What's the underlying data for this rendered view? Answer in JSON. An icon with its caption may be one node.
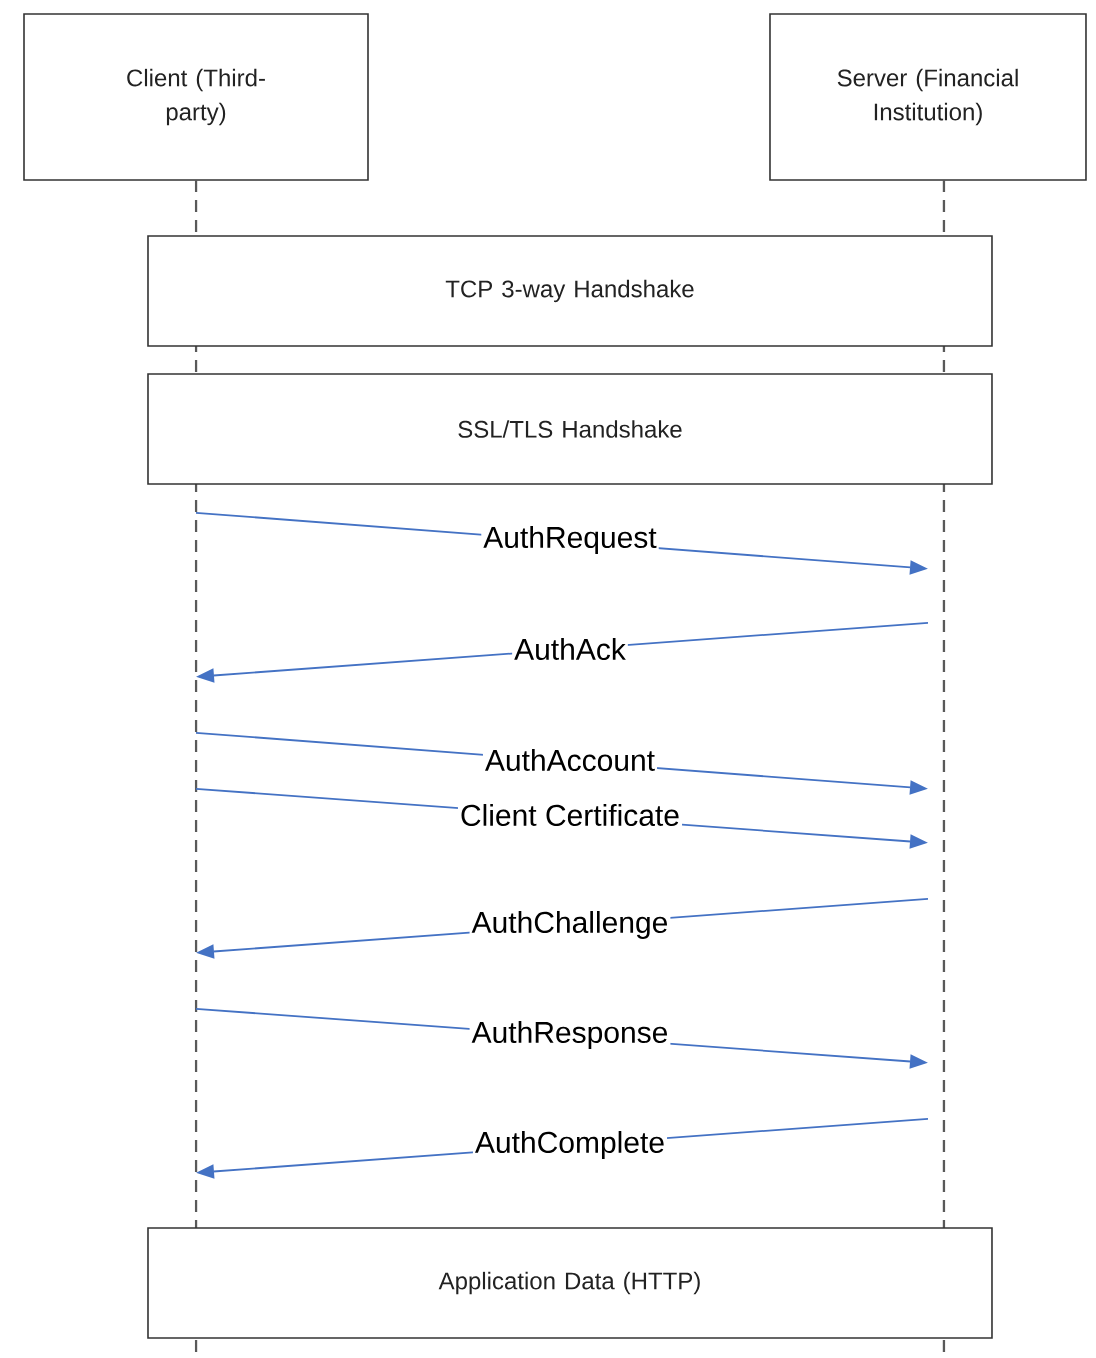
{
  "diagram": {
    "nodes": [
      {
        "text": [
          "Client (Third-party)"
        ]
      },
      {
        "text": [
          "Server (Financial Institution)"
        ]
      },
      {
        "text": [
          "TCP 3-way Handshake"
        ]
      },
      {
        "text": [
          "SSL/TLS Handshake"
        ]
      },
      {
        "text": [
          "Application Data (HTTP)"
        ]
      }
    ],
    "edges": [
      {
        "from": 0,
        "to": 1,
        "arrow": "to",
        "label": "AuthRequest"
      },
      {
        "from": 1,
        "to": 0,
        "arrow": "to",
        "label": "AuthAck"
      },
      {
        "from": 0,
        "to": 1,
        "arrow": "to",
        "label": "AuthAccount"
      },
      {
        "from": 0,
        "to": 1,
        "arrow": "to",
        "label": "Client Certificate"
      },
      {
        "from": 1,
        "to": 0,
        "arrow": "to",
        "label": "AuthChallenge"
      },
      {
        "from": 0,
        "to": 1,
        "arrow": "to",
        "label": "AuthResponse"
      },
      {
        "from": 1,
        "to": 0,
        "arrow": "to",
        "label": "AuthComplete"
      }
    ]
  }
}
